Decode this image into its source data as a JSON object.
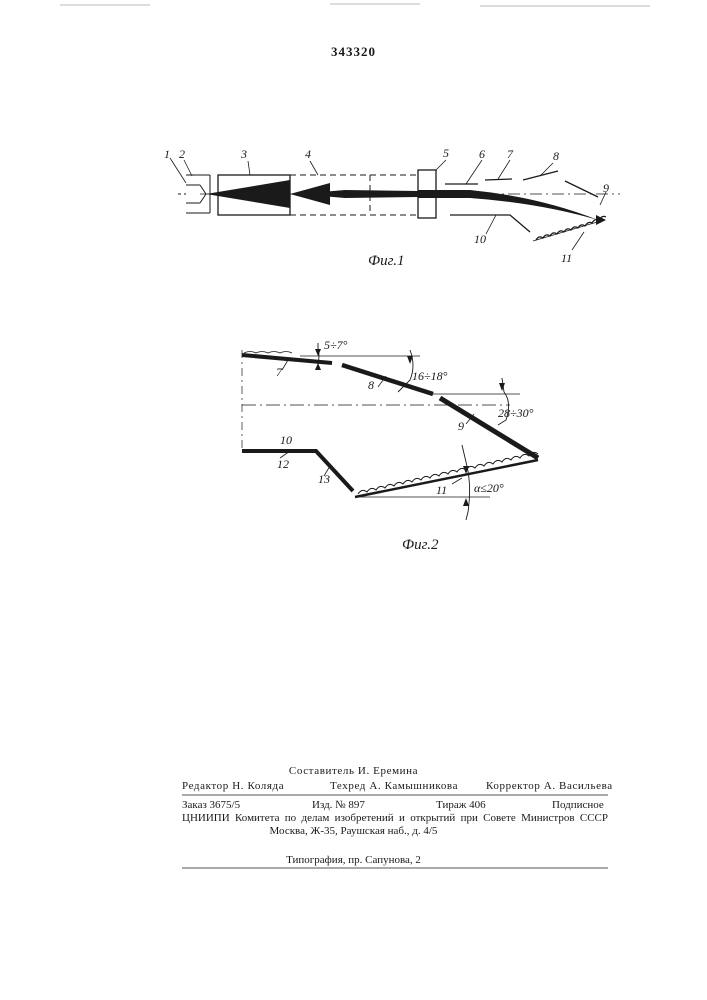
{
  "patent_number": "343320",
  "fig1": {
    "caption": "Фиг.1",
    "labels": [
      "1",
      "2",
      "3",
      "4",
      "5",
      "6",
      "7",
      "8",
      "9",
      "10",
      "11"
    ]
  },
  "fig2": {
    "caption": "Фиг.2",
    "labels": [
      "7",
      "8",
      "9",
      "10",
      "12",
      "13",
      "11"
    ],
    "angles": [
      "5÷7°",
      "16÷18°",
      "28÷30°",
      "α≤20°"
    ]
  },
  "footer": {
    "compiler": "Составитель И. Еремина",
    "editor": "Редактор Н. Коляда",
    "techred": "Техред А. Камышникова",
    "corrector": "Корректор А. Васильева",
    "order": "Заказ 3675/5",
    "issue": "Изд. № 897",
    "print_run": "Тираж 406",
    "subscription": "Подписное",
    "org_line": "ЦНИИПИ Комитета по делам изобретений и открытий при Совете Министров СССР",
    "address": "Москва, Ж-35, Раушская наб., д. 4/5",
    "typography": "Типография, пр. Сапунова, 2"
  }
}
